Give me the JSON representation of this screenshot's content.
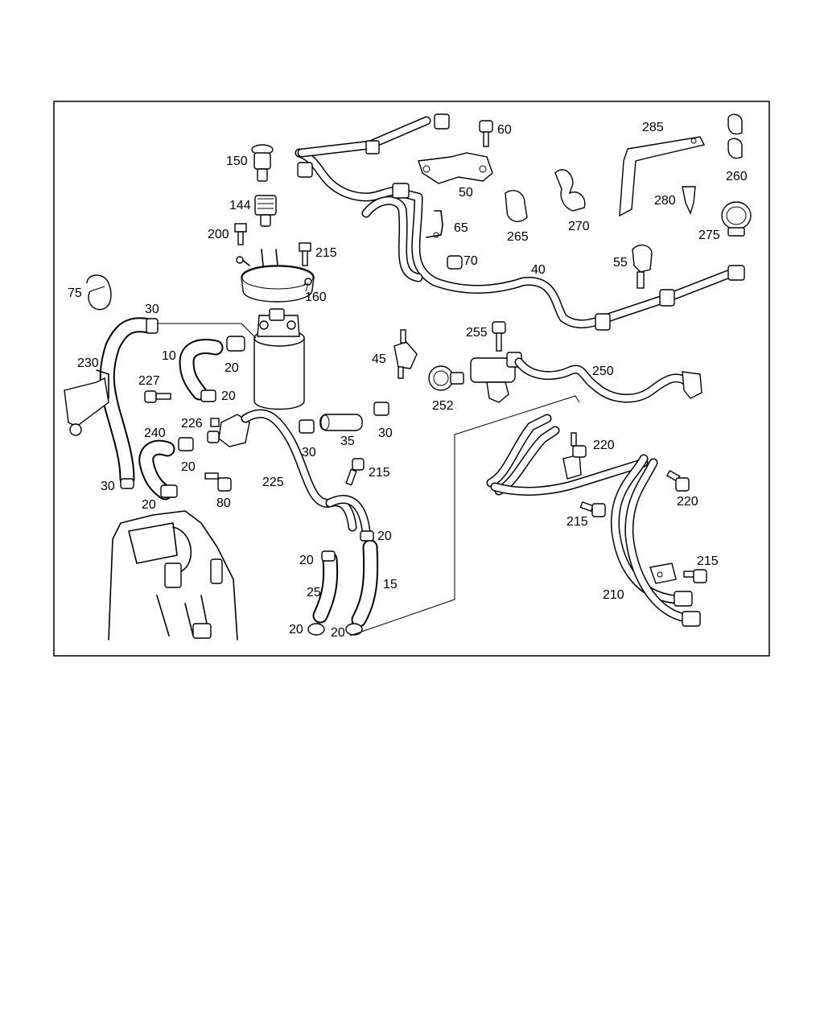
{
  "diagram": {
    "labels": [
      {
        "id": "c150",
        "text": "150"
      },
      {
        "id": "c144",
        "text": "144"
      },
      {
        "id": "c200",
        "text": "200"
      },
      {
        "id": "c215a",
        "text": "215"
      },
      {
        "id": "c160",
        "text": "160"
      },
      {
        "id": "c75",
        "text": "75"
      },
      {
        "id": "c30a",
        "text": "30"
      },
      {
        "id": "c10",
        "text": "10"
      },
      {
        "id": "c20a",
        "text": "20"
      },
      {
        "id": "c230",
        "text": "230"
      },
      {
        "id": "c227",
        "text": "227"
      },
      {
        "id": "c20b",
        "text": "20"
      },
      {
        "id": "c226",
        "text": "226"
      },
      {
        "id": "c240",
        "text": "240"
      },
      {
        "id": "c20c",
        "text": "20"
      },
      {
        "id": "c30b",
        "text": "30"
      },
      {
        "id": "c20d",
        "text": "20"
      },
      {
        "id": "c80",
        "text": "80"
      },
      {
        "id": "c225",
        "text": "225"
      },
      {
        "id": "c30c",
        "text": "30"
      },
      {
        "id": "c35",
        "text": "35"
      },
      {
        "id": "c30d",
        "text": "30"
      },
      {
        "id": "c215b",
        "text": "215"
      },
      {
        "id": "c20e",
        "text": "20"
      },
      {
        "id": "c20f",
        "text": "20"
      },
      {
        "id": "c25",
        "text": "25"
      },
      {
        "id": "c15",
        "text": "15"
      },
      {
        "id": "c20g",
        "text": "20"
      },
      {
        "id": "c20h",
        "text": "20"
      },
      {
        "id": "c60",
        "text": "60"
      },
      {
        "id": "c50",
        "text": "50"
      },
      {
        "id": "c65",
        "text": "65"
      },
      {
        "id": "c70",
        "text": "70"
      },
      {
        "id": "c265",
        "text": "265"
      },
      {
        "id": "c270",
        "text": "270"
      },
      {
        "id": "c285",
        "text": "285"
      },
      {
        "id": "c260",
        "text": "260"
      },
      {
        "id": "c280",
        "text": "280"
      },
      {
        "id": "c275",
        "text": "275"
      },
      {
        "id": "c55",
        "text": "55"
      },
      {
        "id": "c40",
        "text": "40"
      },
      {
        "id": "c45",
        "text": "45"
      },
      {
        "id": "c255",
        "text": "255"
      },
      {
        "id": "c252",
        "text": "252"
      },
      {
        "id": "c250",
        "text": "250"
      },
      {
        "id": "c220a",
        "text": "220"
      },
      {
        "id": "c220b",
        "text": "220"
      },
      {
        "id": "c215c",
        "text": "215"
      },
      {
        "id": "c215d",
        "text": "215"
      },
      {
        "id": "c210",
        "text": "210"
      }
    ]
  }
}
